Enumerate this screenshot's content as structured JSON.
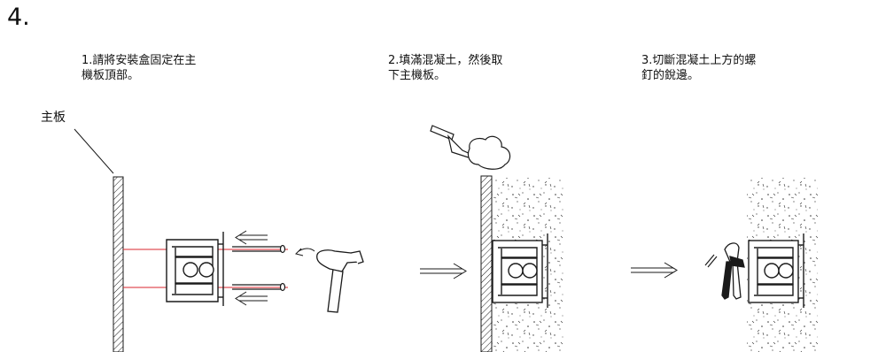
{
  "figure": {
    "step_number": "4.",
    "board_label": "主板",
    "steps": [
      {
        "caption": "1.請將安裝盒固定在主\n機板頂部。"
      },
      {
        "caption": "2.填滿混凝土，然後取\n下主機板。"
      },
      {
        "caption": "3.切斷混凝土上方的螺\n釘的銳邊。"
      }
    ]
  },
  "colors": {
    "line": "#1a1a1a",
    "guide": "#d9262c",
    "concrete_dot": "#333333"
  }
}
